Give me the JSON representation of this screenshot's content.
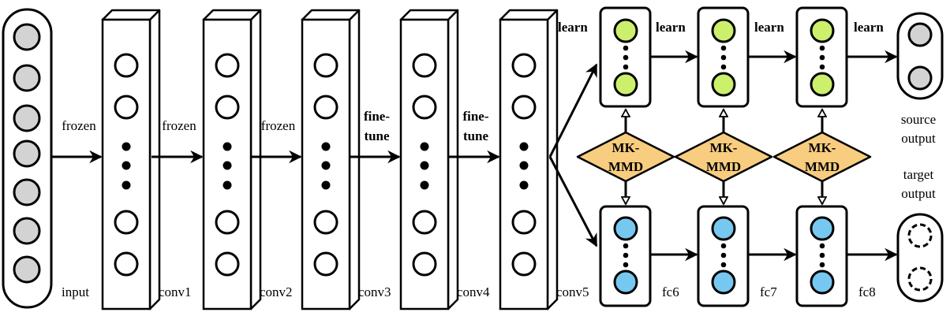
{
  "diagram": {
    "input_label": "input",
    "conv_labels": [
      "conv1",
      "conv2",
      "conv3",
      "conv4",
      "conv5"
    ],
    "edge_labels": [
      {
        "line1": "frozen",
        "line2": "",
        "bold": false
      },
      {
        "line1": "frozen",
        "line2": "",
        "bold": false
      },
      {
        "line1": "frozen",
        "line2": "",
        "bold": false
      },
      {
        "line1": "fine-",
        "line2": "tune",
        "bold": true
      },
      {
        "line1": "fine-",
        "line2": "tune",
        "bold": true
      }
    ],
    "learn_label": "learn",
    "fc_labels": [
      "fc6",
      "fc7",
      "fc8"
    ],
    "mmd": {
      "line1": "MK-",
      "line2": "MMD"
    },
    "source_output": {
      "line1": "source",
      "line2": "output"
    },
    "target_output": {
      "line1": "target",
      "line2": "output"
    },
    "colors": {
      "input_node": "#d3d3d3",
      "source_node": "#ccf06c",
      "target_node": "#77c8f0",
      "mmd_fill": "#f8cd7f",
      "output_node": "#d3d3d3"
    }
  }
}
